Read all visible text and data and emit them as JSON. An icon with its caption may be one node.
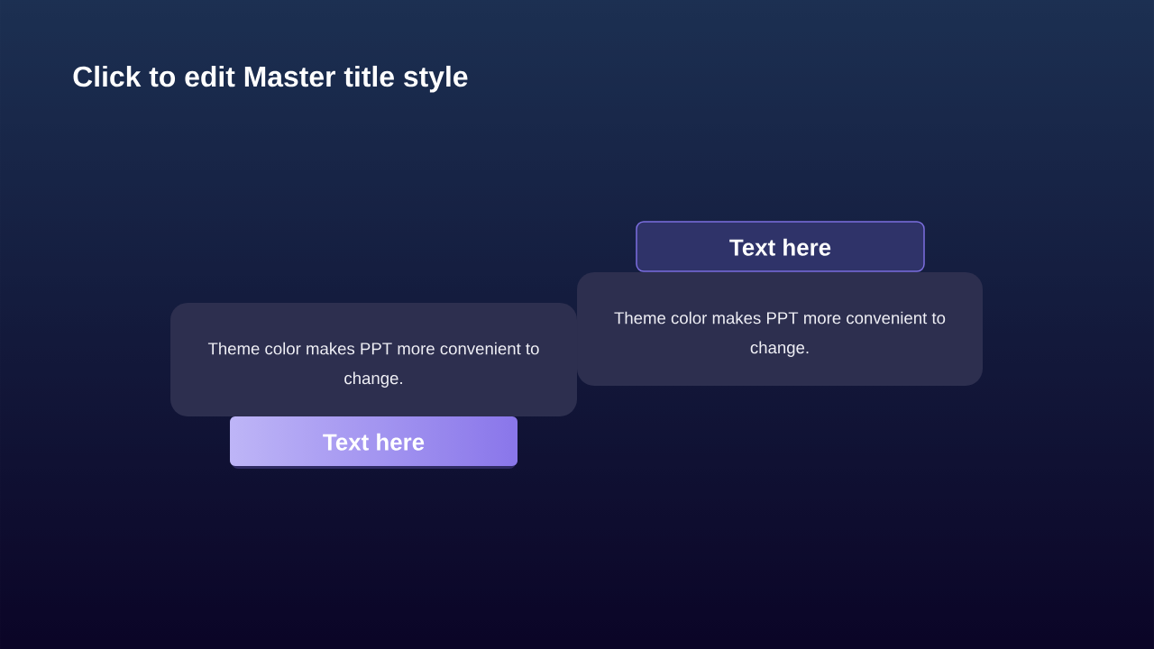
{
  "diagram": {
    "title": "Click to edit Master title style",
    "nodes": [
      {
        "text": [
          "Theme color makes PPT more convenient to change."
        ]
      },
      {
        "text": [
          "Text here"
        ]
      },
      {
        "text": [
          "Text here"
        ]
      },
      {
        "text": [
          "Theme color makes PPT more convenient to change."
        ]
      }
    ]
  }
}
